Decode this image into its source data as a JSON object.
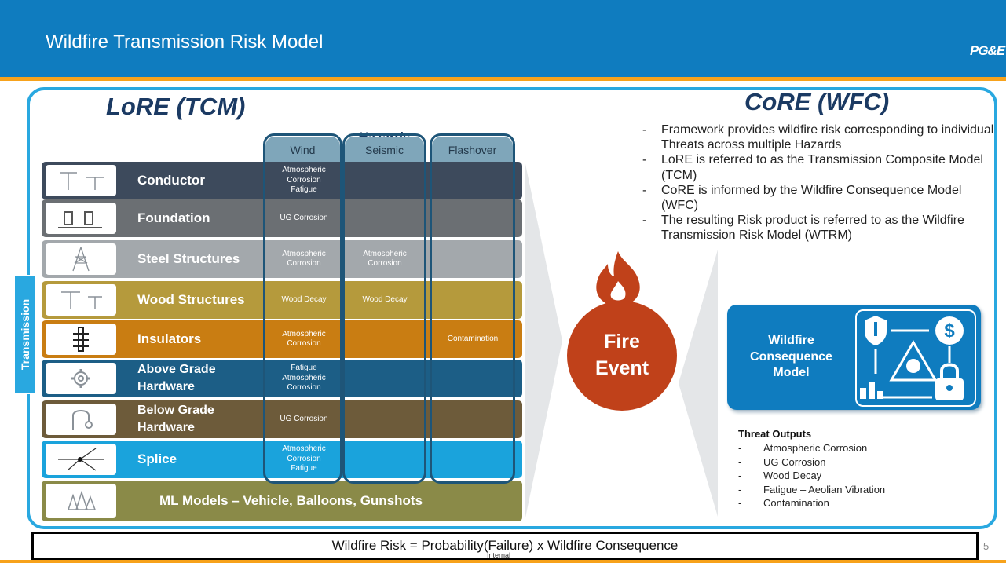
{
  "header": {
    "title": "Wildfire Transmission Risk Model",
    "logo": "PG&E"
  },
  "lore_title": "LoRE (TCM)",
  "core_title": "CoRE (WFC)",
  "hazards_label": "Hazards",
  "side_tab": "Transmission",
  "columns": [
    "Wind",
    "Seismic",
    "Flashover"
  ],
  "rows": [
    {
      "label": "Conductor",
      "icon": "conductor-icon",
      "color": "#3d4a5c",
      "wind": "Atmospheric\nCorrosion\nFatigue",
      "seismic": "",
      "flashover": ""
    },
    {
      "label": "Foundation",
      "icon": "foundation-icon",
      "color": "#6b6f73",
      "wind": "UG Corrosion",
      "seismic": "",
      "flashover": ""
    },
    {
      "label": "Steel Structures",
      "icon": "steel-tower-icon",
      "color": "#a3a8ac",
      "wind": "Atmospheric\nCorrosion",
      "seismic": "Atmospheric\nCorrosion",
      "flashover": ""
    },
    {
      "label": "Wood Structures",
      "icon": "wood-pole-icon",
      "color": "#b59a3c",
      "wind": "Wood Decay",
      "seismic": "Wood Decay",
      "flashover": ""
    },
    {
      "label": "Insulators",
      "icon": "insulator-icon",
      "color": "#c97d12",
      "wind": "Atmospheric\nCorrosion",
      "seismic": "",
      "flashover": "Contamination"
    },
    {
      "label": "Above Grade\nHardware",
      "icon": "gear-icon",
      "color": "#1c5e86",
      "wind": "Fatigue\nAtmospheric\nCorrosion",
      "seismic": "",
      "flashover": ""
    },
    {
      "label": "Below Grade\nHardware",
      "icon": "anchor-icon",
      "color": "#6d5b3a",
      "wind": "UG Corrosion",
      "seismic": "",
      "flashover": ""
    },
    {
      "label": "Splice",
      "icon": "splice-icon",
      "color": "#1aa3dc",
      "wind": "Atmospheric\nCorrosion\nFatigue",
      "seismic": "",
      "flashover": ""
    }
  ],
  "ml_row": {
    "label": "ML Models – Vehicle, Balloons, Gunshots",
    "icon": "trees-icon",
    "color": "#8a8a48"
  },
  "fire_event": {
    "line1": "Fire",
    "line2": "Event"
  },
  "core_bullets": [
    "Framework provides wildfire risk corresponding to individual Threats across multiple Hazards",
    "LoRE is referred to as the Transmission Composite Model (TCM)",
    "CoRE is informed by the Wildfire Consequence Model (WFC)",
    "The resulting Risk product is referred to as the Wildfire Transmission Risk Model (WTRM)"
  ],
  "wfc_box": {
    "label": "Wildfire\nConsequence\nModel"
  },
  "threat_outputs": {
    "title": "Threat Outputs",
    "items": [
      "Atmospheric Corrosion",
      "UG Corrosion",
      "Wood Decay",
      "Fatigue – Aeolian Vibration",
      "Contamination"
    ]
  },
  "formula": "Wildfire Risk = Probability(Failure) x Wildfire Consequence",
  "footer": {
    "classification": "Internal",
    "page": "5"
  },
  "colors": {
    "header": "#0f7cbf",
    "accent": "#f7a21b",
    "frame": "#29a8e0",
    "fire": "#c0411a",
    "column_border": "#1e5578"
  }
}
